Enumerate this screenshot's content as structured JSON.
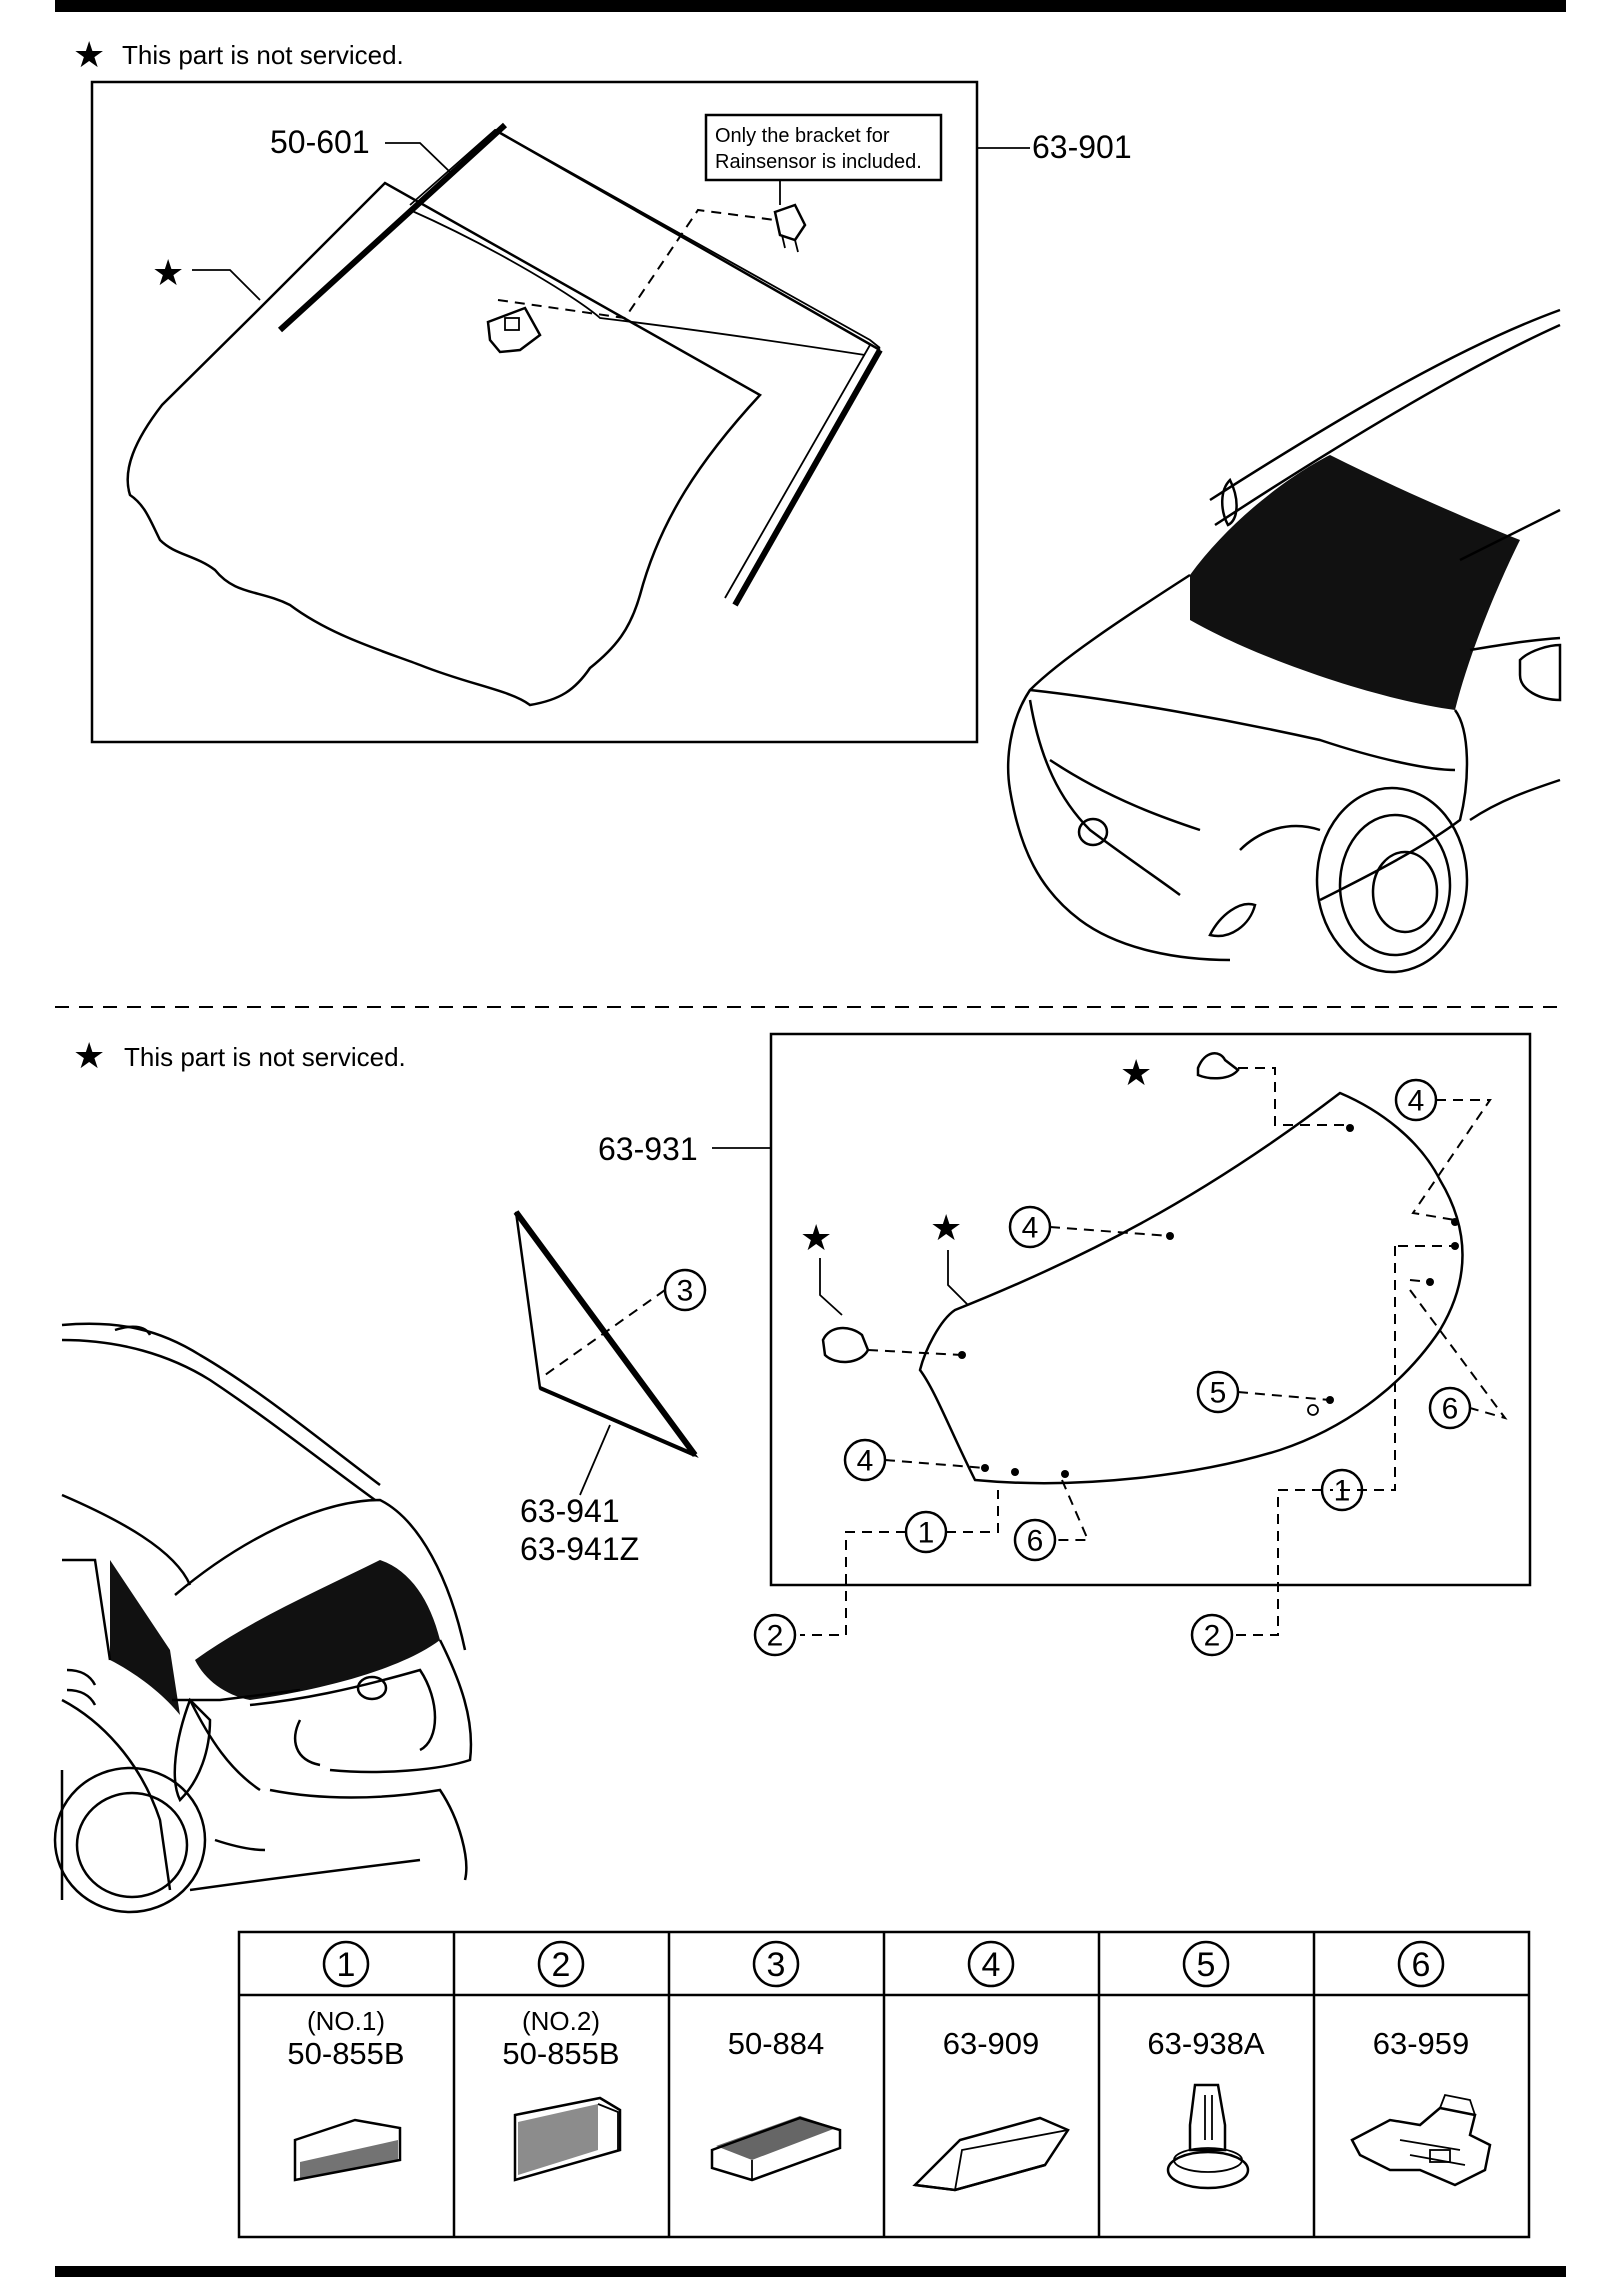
{
  "front_section": {
    "note": "This part is not serviced.",
    "callout": {
      "line1": "Only the bracket for",
      "line2": "Rainsensor is included."
    },
    "labels": {
      "molding": "50-601",
      "glass": "63-901"
    }
  },
  "rear_section": {
    "note": "This part is not serviced.",
    "labels": {
      "back_glass": "63-931",
      "quarter_glass_1": "63-941",
      "quarter_glass_2": "63-941Z"
    },
    "callouts": [
      "1",
      "2",
      "3",
      "4",
      "5",
      "6"
    ]
  },
  "parts_table": {
    "columns": [
      {
        "num": "1",
        "sub": "(NO.1)",
        "part": "50-855B"
      },
      {
        "num": "2",
        "sub": "(NO.2)",
        "part": "50-855B"
      },
      {
        "num": "3",
        "sub": "",
        "part": "50-884"
      },
      {
        "num": "4",
        "sub": "",
        "part": "63-909"
      },
      {
        "num": "5",
        "sub": "",
        "part": "63-938A"
      },
      {
        "num": "6",
        "sub": "",
        "part": "63-959"
      }
    ]
  }
}
